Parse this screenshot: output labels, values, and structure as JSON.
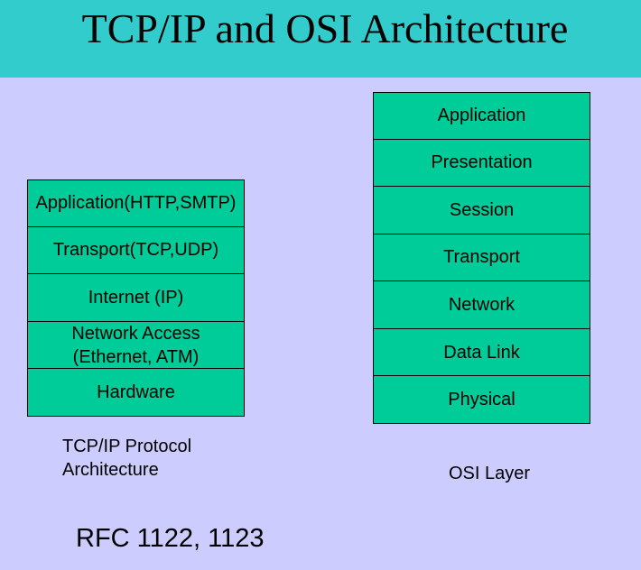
{
  "title": "TCP/IP and OSI Architecture",
  "tcpip": {
    "layers": [
      "Application(HTTP,SMTP)",
      "Transport(TCP,UDP)",
      "Internet (IP)",
      "Network Access\n(Ethernet, ATM)",
      "Hardware"
    ],
    "caption": "TCP/IP Protocol\nArchitecture"
  },
  "osi": {
    "layers": [
      "Application",
      "Presentation",
      "Session",
      "Transport",
      "Network",
      "Data Link",
      "Physical"
    ],
    "caption": "OSI Layer"
  },
  "rfc": "RFC 1122, 1123",
  "colors": {
    "header": "#33cccc",
    "background": "#ccccff",
    "layer_fill": "#00cc99"
  }
}
